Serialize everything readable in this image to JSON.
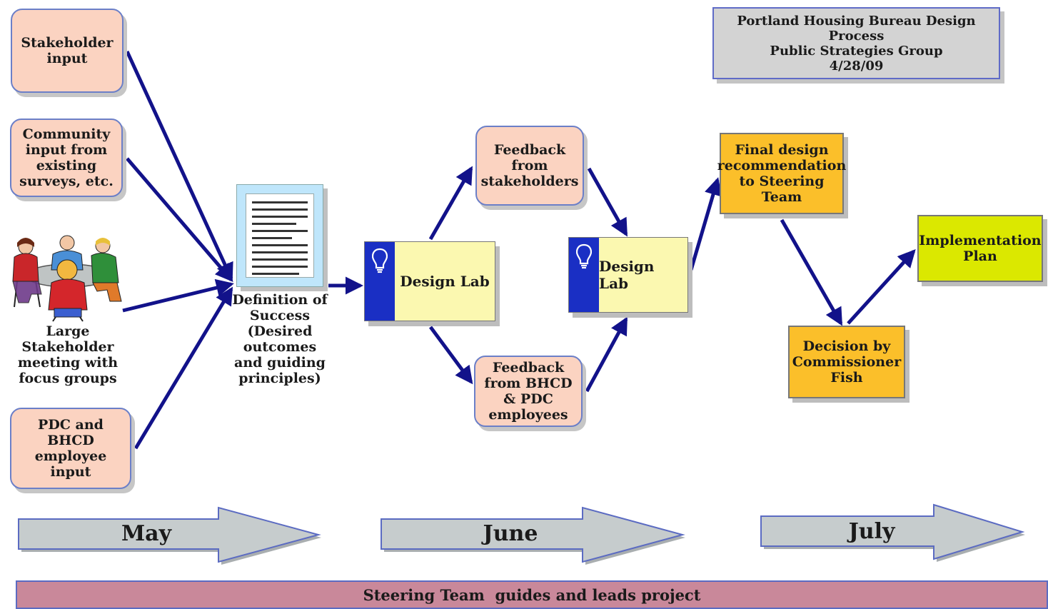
{
  "title_box": {
    "lines": [
      "Portland Housing Bureau Design",
      "Process",
      "Public Strategies Group",
      "4/28/09"
    ]
  },
  "inputs": {
    "stakeholder": [
      "Stakeholder",
      "input"
    ],
    "community": [
      "Community",
      "input from",
      "existing",
      "surveys, etc."
    ],
    "meeting_caption": [
      "Large",
      "Stakeholder",
      "meeting with",
      "focus groups"
    ],
    "employee": [
      "PDC and",
      "BHCD",
      "employee",
      "input"
    ]
  },
  "definition_caption": [
    "Definition of",
    "Success",
    "(Desired",
    "outcomes",
    "and guiding",
    "principles)"
  ],
  "design_lab_1": "Design Lab",
  "design_lab_2": "Design Lab",
  "feedback_stakeholders": [
    "Feedback",
    "from",
    "stakeholders"
  ],
  "feedback_employees": [
    "Feedback",
    "from BHCD",
    "& PDC",
    "employees"
  ],
  "final_design": [
    "Final design",
    "recommendation",
    "to Steering Team"
  ],
  "decision": [
    "Decision by",
    "Commissioner",
    "Fish"
  ],
  "implementation": [
    "Implementation",
    "Plan"
  ],
  "months": [
    "May",
    "June",
    "July"
  ],
  "steering": "Steering Team  guides and leads project",
  "icons": {
    "design_lab": "lightbulb-icon",
    "definition": "document-icon",
    "meeting": "people-meeting-icon"
  },
  "colors": {
    "arrow": "#12128a",
    "input_box": "#fbd3c1",
    "lab_fill": "#fbf8b0",
    "lab_stripe": "#1a2fc4",
    "orange_box": "#fbbf2a",
    "plan_box": "#dbe800",
    "month_arrow": "#c6cccd",
    "steering_bar": "#c9889a",
    "title_box": "#d3d3d3"
  }
}
